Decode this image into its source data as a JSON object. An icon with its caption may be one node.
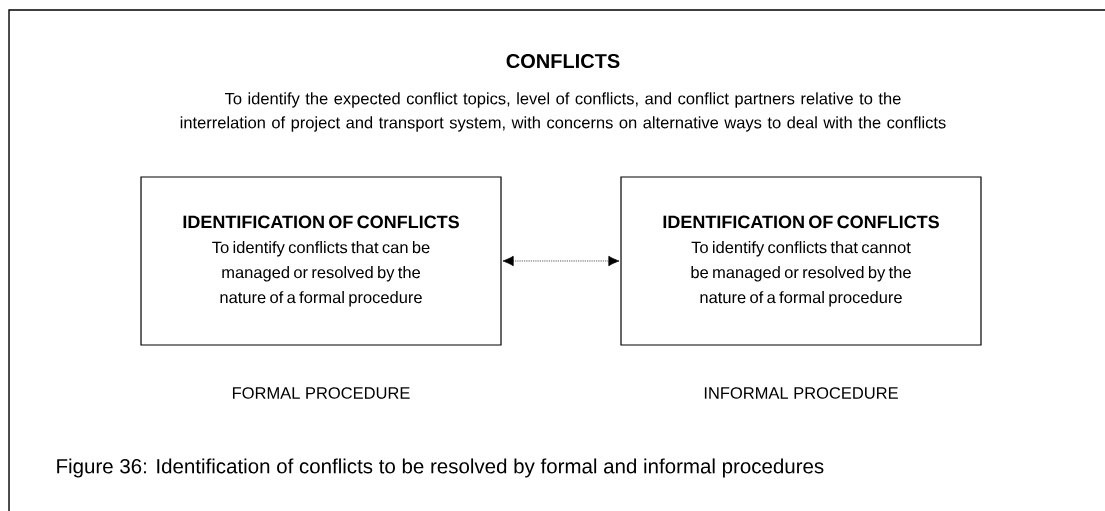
{
  "diagram": {
    "title": "CONFLICTS",
    "caption": "Figure 36: Identification of conflicts to be resolved by formal and informal procedures",
    "nodes": [
      {
        "text": [
          "IDENTIFICATION OF CONFLICTS",
          "To identify conflicts that can be managed or resolved by the nature of a formal procedure"
        ],
        "beside": [
          "FORMAL PROCEDURE"
        ]
      },
      {
        "text": [
          "IDENTIFICATION OF CONFLICTS",
          "To identify conflicts that cannot be managed or resolved by the nature of a formal procedure"
        ],
        "beside": [
          "INFORMAL PROCEDURE"
        ]
      }
    ],
    "edges": [
      {
        "from": 0,
        "to": 1,
        "arrow": "both",
        "style": "dashed"
      }
    ],
    "labels": [
      "To identify the expected conflict topics, level of conflicts, and conflict partners relative to the interrelation of project and transport system, with concerns on alternative ways to deal with the conflicts"
    ]
  }
}
